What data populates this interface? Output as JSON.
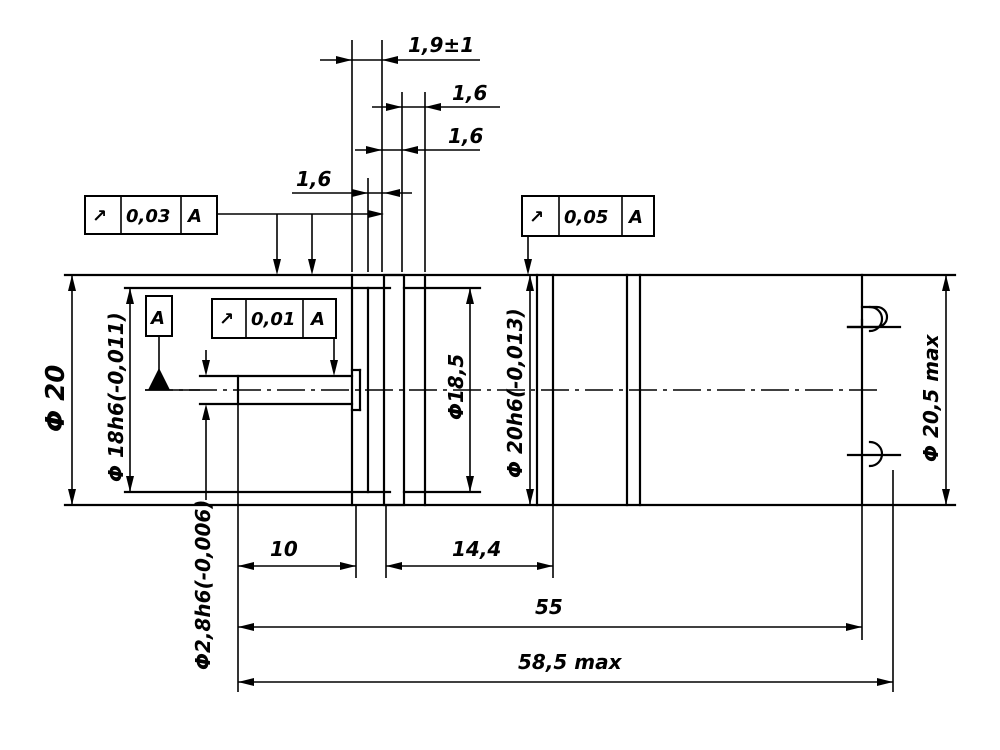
{
  "dimensions": {
    "d_1_9": "1,9±1",
    "d_1_6_upper": "1,6",
    "d_1_6_middle": "1,6",
    "d_1_6_left": "1,6",
    "d_10": "10",
    "d_14_4": "14,4",
    "d_55": "55",
    "d_58_5": "58,5 max",
    "dia_20": "Φ 20",
    "dia_18": "Φ 18h6(-0,011)",
    "dia_18_5": "Φ18,5",
    "dia_20h6": "Φ 20h6(-0,013)",
    "dia_20_5": "Φ 20,5 max",
    "dia_2_8": "Φ2,8h6(-0,006)"
  },
  "tolerances": {
    "runout_1": {
      "symbol": "↗",
      "value": "0,03",
      "datum": "A"
    },
    "runout_2": {
      "symbol": "↗",
      "value": "0,05",
      "datum": "A"
    },
    "runout_3": {
      "symbol": "↗",
      "value": "0,01",
      "datum": "A"
    }
  },
  "datum": {
    "label": "A"
  }
}
